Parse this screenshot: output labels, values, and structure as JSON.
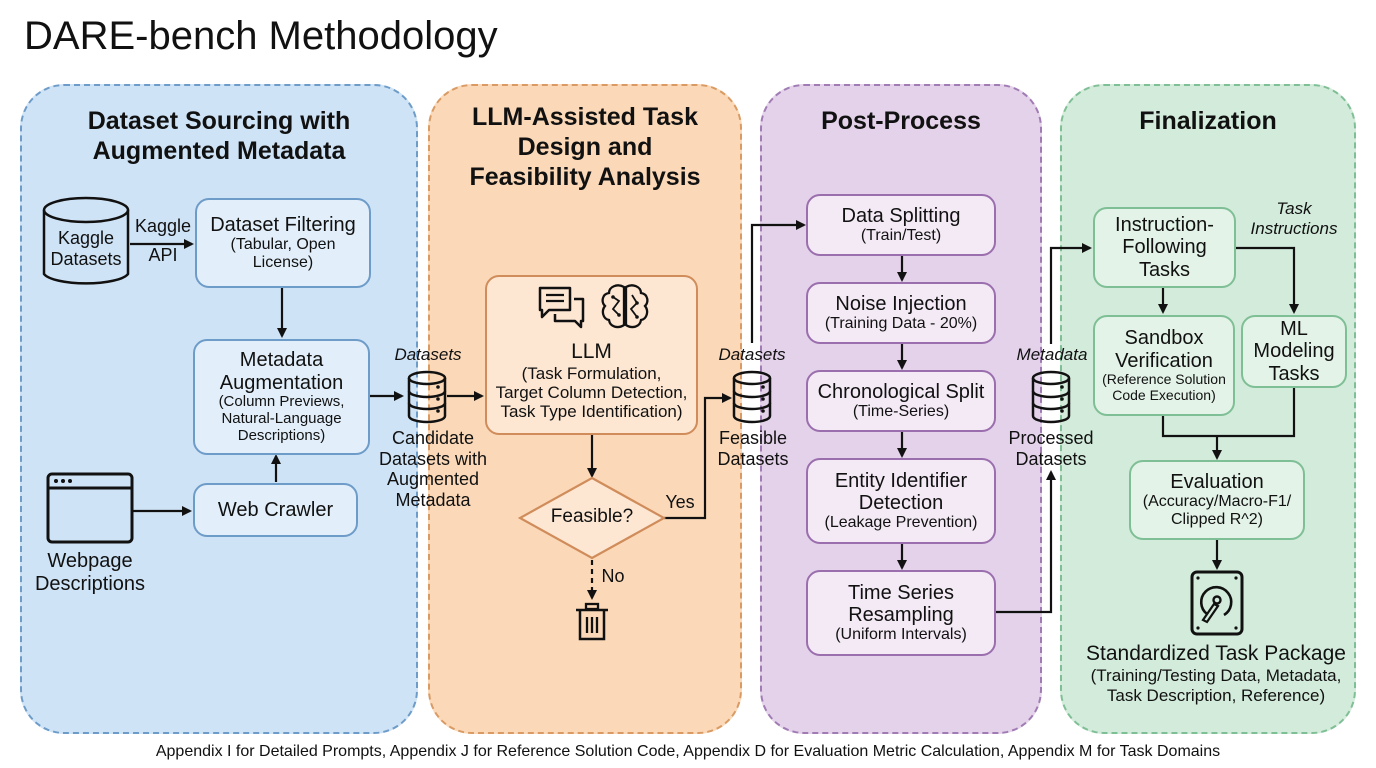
{
  "title": "DARE-bench Methodology",
  "panels": {
    "sourcing": {
      "title_line1": "Dataset Sourcing with",
      "title_line2": "Augmented Metadata",
      "kaggle_db": {
        "line1": "Kaggle",
        "line2": "Datasets"
      },
      "kaggle_api": {
        "line1": "Kaggle",
        "line2": "API"
      },
      "filtering": {
        "main": "Dataset Filtering",
        "sub1": "(Tabular, Open",
        "sub2": "License)"
      },
      "augmentation": {
        "main1": "Metadata",
        "main2": "Augmentation",
        "sub1": "(Column Previews,",
        "sub2": "Natural-Language",
        "sub3": "Descriptions)"
      },
      "webpage": {
        "line1": "Webpage",
        "line2": "Descriptions"
      },
      "crawler": {
        "main": "Web Crawler"
      }
    },
    "design": {
      "title_line1": "LLM-Assisted Task",
      "title_line2": "Design and",
      "title_line3": "Feasibility Analysis",
      "candidate_edge_label": "Datasets",
      "candidate": {
        "line1": "Candidate",
        "line2": "Datasets with",
        "line3": "Augmented",
        "line4": "Metadata"
      },
      "llm": {
        "main": "LLM",
        "sub1": "(Task Formulation,",
        "sub2": "Target Column Detection,",
        "sub3": "Task Type Identification)"
      },
      "decision": "Feasible?",
      "yes_label": "Yes",
      "no_label": "No",
      "feasible_edge_label": "Datasets",
      "feasible": {
        "line1": "Feasible",
        "line2": "Datasets"
      }
    },
    "postprocess": {
      "title": "Post-Process",
      "steps": [
        {
          "main": "Data Splitting",
          "sub": "(Train/Test)"
        },
        {
          "main": "Noise Injection",
          "sub": "(Training Data - 20%)"
        },
        {
          "main": "Chronological Split",
          "sub": "(Time-Series)"
        },
        {
          "main1": "Entity Identifier",
          "main2": "Detection",
          "sub": "(Leakage Prevention)"
        },
        {
          "main1": "Time Series",
          "main2": "Resampling",
          "sub": "(Uniform Intervals)"
        }
      ],
      "processed_edge_label": "Metadata",
      "processed": {
        "line1": "Processed",
        "line2": "Datasets"
      }
    },
    "finalization": {
      "title": "Finalization",
      "instruction": {
        "line1": "Instruction-",
        "line2": "Following",
        "line3": "Tasks"
      },
      "task_instructions": {
        "line1": "Task",
        "line2": "Instructions"
      },
      "sandbox": {
        "main1": "Sandbox",
        "main2": "Verification",
        "sub1": "(Reference Solution",
        "sub2": "Code Execution)"
      },
      "ml": {
        "line1": "ML",
        "line2": "Modeling",
        "line3": "Tasks"
      },
      "evaluation": {
        "main": "Evaluation",
        "sub1": "(Accuracy/Macro-F1/",
        "sub2": "Clipped R^2)"
      },
      "package": {
        "main": "Standardized Task Package",
        "sub1": "(Training/Testing Data, Metadata,",
        "sub2": "Task Description, Reference)"
      }
    }
  },
  "footer": "Appendix I for Detailed Prompts,  Appendix J for Reference Solution Code, Appendix D for Evaluation Metric Calculation, Appendix M for Task Domains",
  "colors": {
    "blue_panel": "#cfe3f6",
    "orange_panel": "#fbd9b8",
    "purple_panel": "#e3d2ea",
    "green_panel": "#d3ebdb"
  }
}
